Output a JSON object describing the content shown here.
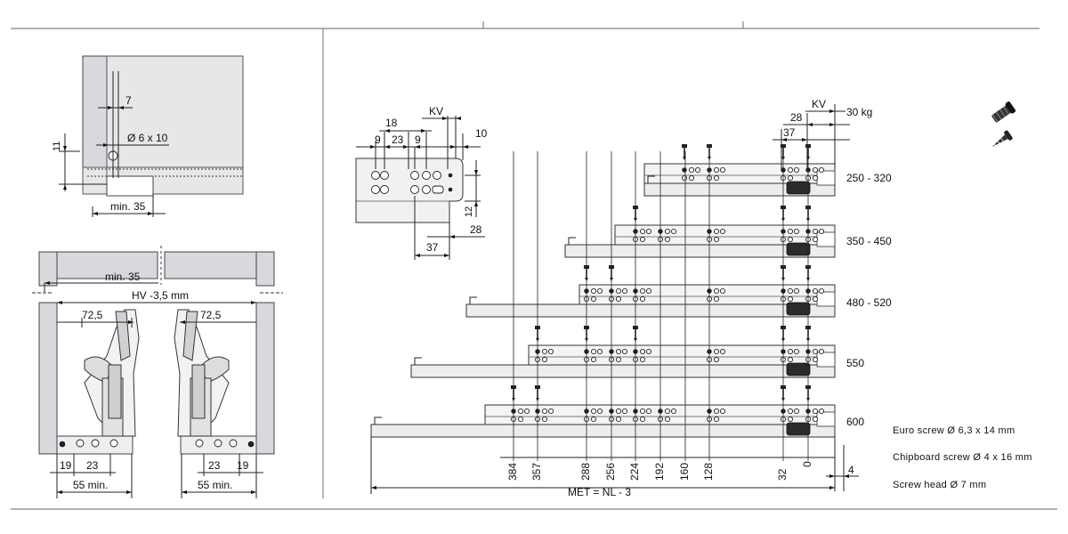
{
  "detail_top": {
    "dim_7": "7",
    "dim_11": "11",
    "hole_label": "Ø 6 x 10",
    "min35": "min. 35"
  },
  "detail_section": {
    "min35": "min. 35",
    "hv": "HV -3,5 mm",
    "d725_left": "72,5",
    "d725_right": "72,5",
    "d19_left": "19",
    "d23_left": "23",
    "d23_right": "23",
    "d19_right": "19",
    "d55_left": "55  min.",
    "d55_right": "55  min."
  },
  "front_bracket": {
    "kv": "KV",
    "d18": "18",
    "d9a": "9",
    "d23": "23",
    "d9b": "9",
    "d10": "10",
    "d12": "12",
    "d28": "28",
    "d37": "37"
  },
  "runners": {
    "kv": "KV",
    "load": "30  kg",
    "d28": "28",
    "d37": "37",
    "lengths": [
      "250 - 320",
      "350 - 450",
      "480 - 520",
      "550",
      "600"
    ],
    "bottom_dims": [
      "384",
      "357",
      "288",
      "256",
      "224",
      "192",
      "160",
      "128",
      "32",
      "0"
    ],
    "d4": "4",
    "met": "MET = NL - 3"
  },
  "screws": {
    "euro": "Euro screw Ø 6,3 x 14 mm",
    "chipboard": "Chipboard screw Ø 4 x 16 mm",
    "head": "Screw head Ø 7 mm"
  }
}
